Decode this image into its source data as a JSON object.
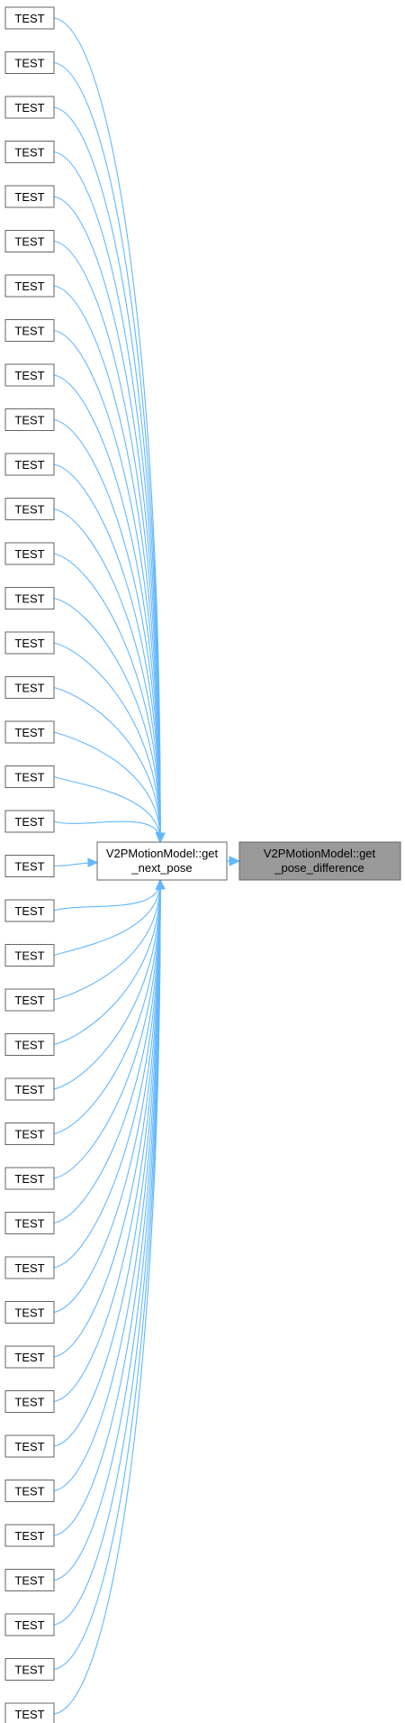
{
  "graph": {
    "callers": [
      "TEST",
      "TEST",
      "TEST",
      "TEST",
      "TEST",
      "TEST",
      "TEST",
      "TEST",
      "TEST",
      "TEST",
      "TEST",
      "TEST",
      "TEST",
      "TEST",
      "TEST",
      "TEST",
      "TEST",
      "TEST",
      "TEST",
      "TEST",
      "TEST",
      "TEST",
      "TEST",
      "TEST",
      "TEST",
      "TEST",
      "TEST",
      "TEST",
      "TEST",
      "TEST",
      "TEST",
      "TEST",
      "TEST",
      "TEST",
      "TEST",
      "TEST",
      "TEST",
      "TEST",
      "TEST"
    ],
    "middle": {
      "line1": "V2PMotionModel::get",
      "line2": "_next_pose"
    },
    "target": {
      "line1": "V2PMotionModel::get",
      "line2": "_pose_difference"
    },
    "colors": {
      "edge": "#63b8ff",
      "node_border": "#666666",
      "node_fill": "#ffffff",
      "target_fill": "#999999"
    }
  }
}
